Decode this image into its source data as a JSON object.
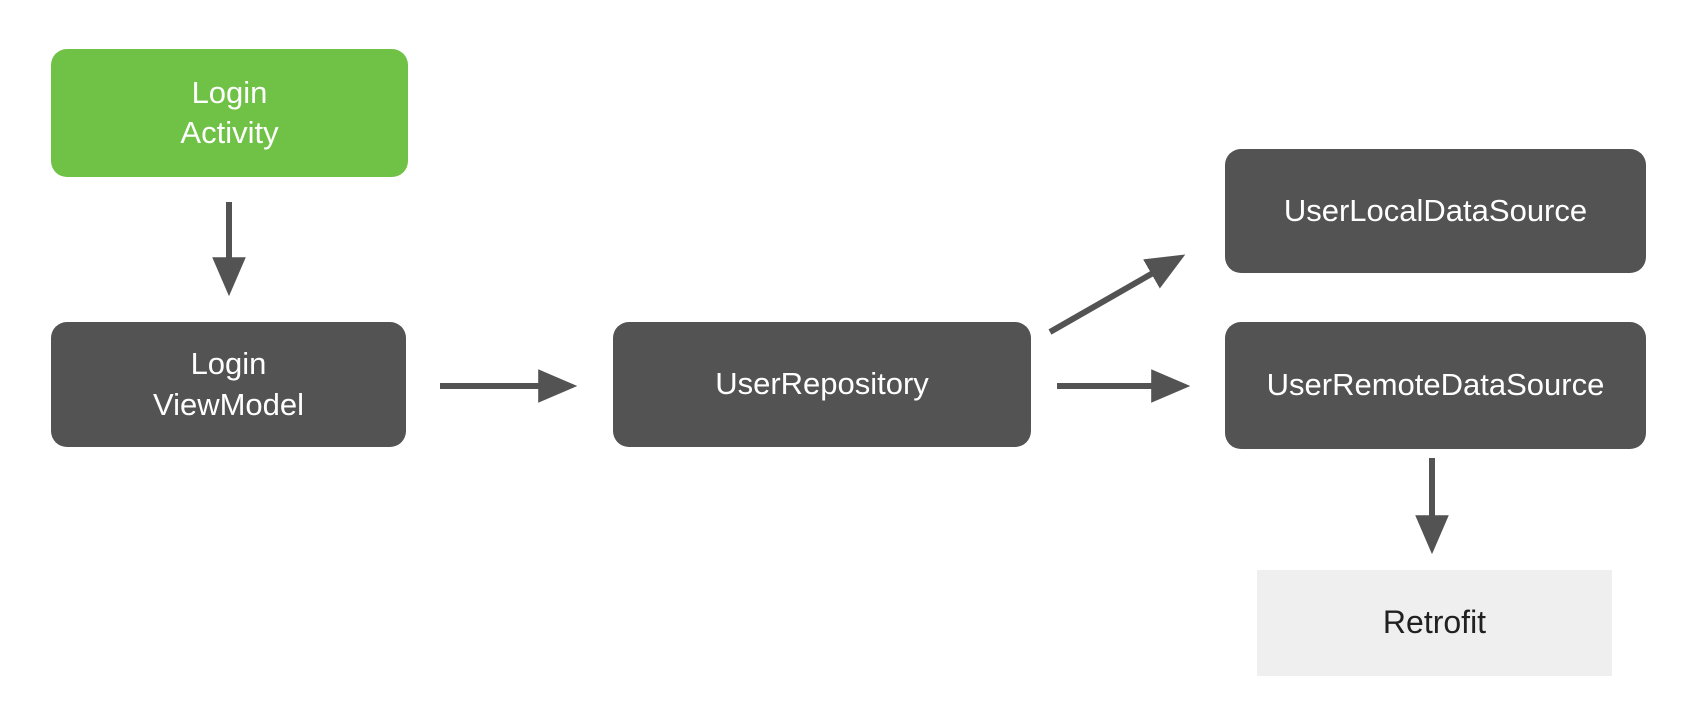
{
  "diagram": {
    "background": "#FFFFFF",
    "nodes": [
      {
        "id": "login-activity",
        "label": "Login\nActivity",
        "kind": "activity"
      },
      {
        "id": "login-viewmodel",
        "label": "Login\nViewModel",
        "kind": "component"
      },
      {
        "id": "user-repository",
        "label": "UserRepository",
        "kind": "component"
      },
      {
        "id": "user-local-data-source",
        "label": "UserLocalDataSource",
        "kind": "component"
      },
      {
        "id": "user-remote-data-source",
        "label": "UserRemoteDataSource",
        "kind": "component"
      },
      {
        "id": "retrofit",
        "label": "Retrofit",
        "kind": "library"
      }
    ],
    "edges": [
      {
        "from": "login-activity",
        "to": "login-viewmodel",
        "direction": "down"
      },
      {
        "from": "login-viewmodel",
        "to": "user-repository",
        "direction": "right"
      },
      {
        "from": "user-repository",
        "to": "user-local-data-source",
        "direction": "up-right"
      },
      {
        "from": "user-repository",
        "to": "user-remote-data-source",
        "direction": "right"
      },
      {
        "from": "user-remote-data-source",
        "to": "retrofit",
        "direction": "down"
      }
    ],
    "colors": {
      "activity_box": "#70C246",
      "component_box": "#535353",
      "library_box": "#EFEFEF",
      "arrow": "#535353",
      "label_light": "#FFFFFF",
      "label_dark": "#212121"
    }
  }
}
